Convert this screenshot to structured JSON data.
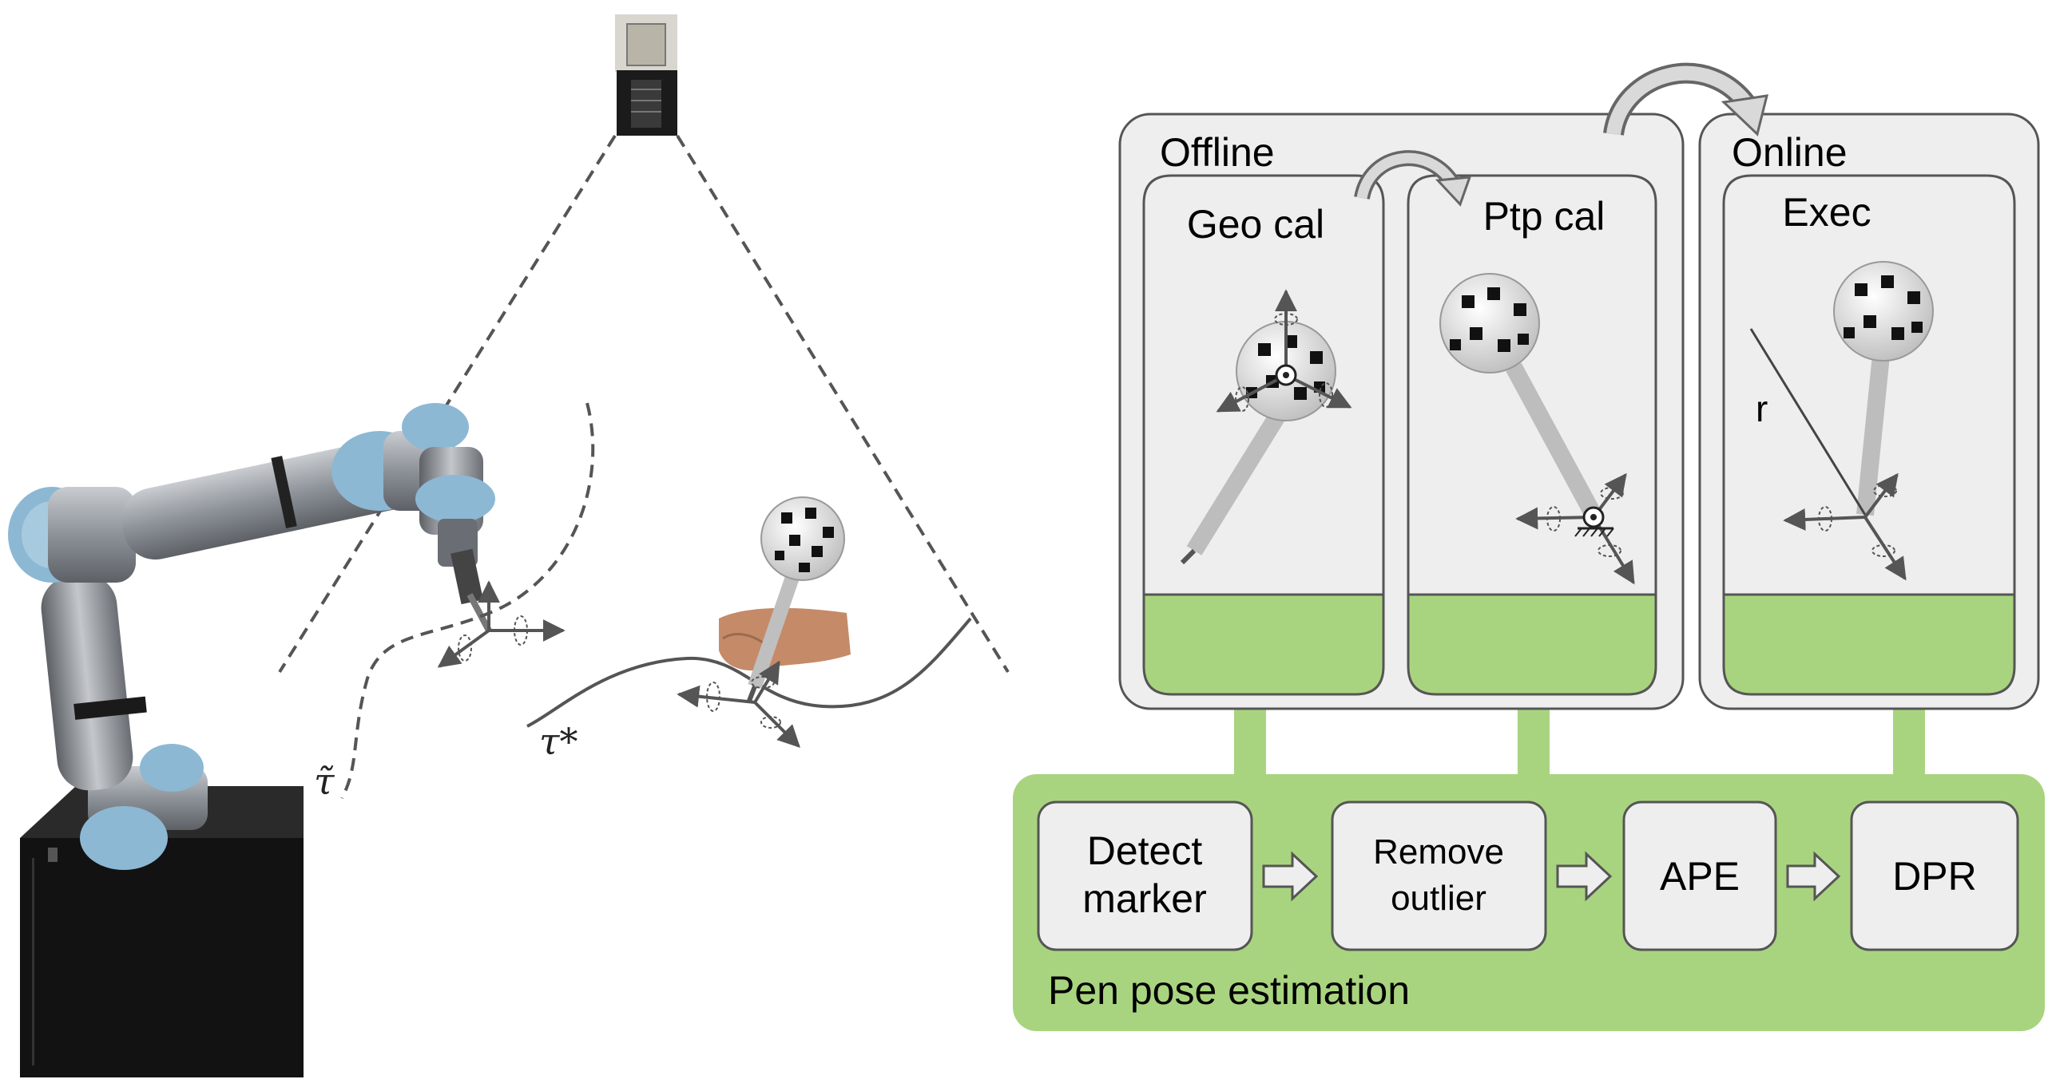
{
  "scene": {
    "tau_tilde_label": "τ̃",
    "tau_star_label": "τ*"
  },
  "workflow": {
    "offline_label": "Offline",
    "online_label": "Online",
    "geo_cal_label": "Geo cal",
    "ptp_cal_label": "Ptp cal",
    "exec_label": "Exec",
    "r_label": "r",
    "pipeline_label": "Pen pose estimation",
    "steps": [
      {
        "line1": "Detect",
        "line2": "marker"
      },
      {
        "line1": "Remove",
        "line2": "outlier"
      },
      {
        "line1": "APE",
        "line2": ""
      },
      {
        "line1": "DPR",
        "line2": ""
      }
    ]
  },
  "colors": {
    "panel_gray": "#eeeeee",
    "panel_stroke": "#555555",
    "green": "#a9d47f",
    "robot_blue": "#8cb8d4",
    "robot_metal": "#8a8f96",
    "base_black": "#111111"
  }
}
